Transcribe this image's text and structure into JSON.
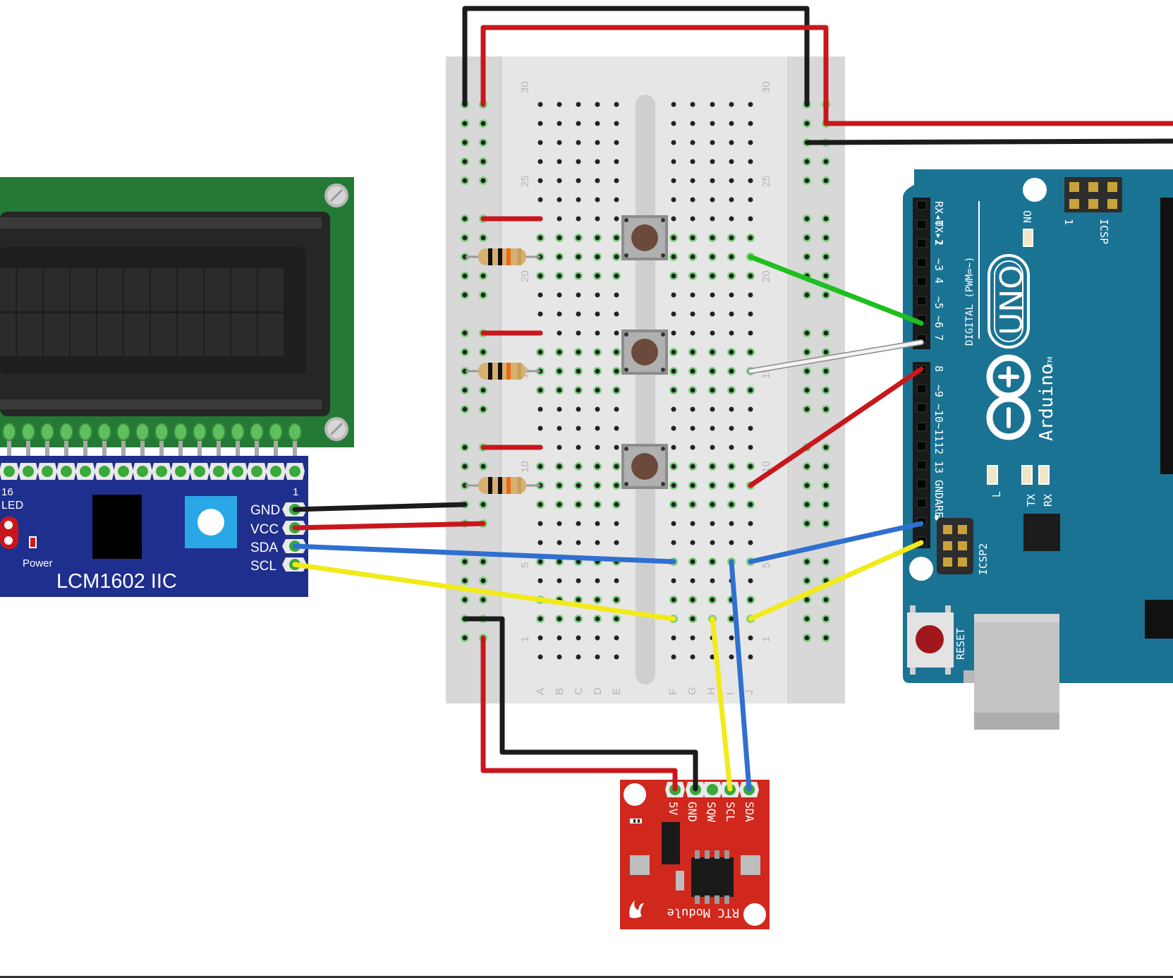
{
  "lcd": {
    "module_name": "LCM1602 IIC",
    "pins": [
      "GND",
      "VCC",
      "SDA",
      "SCL"
    ],
    "pin_first": "1",
    "pin_last": "16",
    "led_label": "LED",
    "power_label": "Power"
  },
  "breadboard": {
    "rows_left": [
      "A",
      "B",
      "C",
      "D",
      "E"
    ],
    "rows_right": [
      "F",
      "G",
      "H",
      "I",
      "J"
    ],
    "column_numbers": [
      "30",
      "25",
      "20",
      "15",
      "10",
      "5",
      "1"
    ]
  },
  "rtc": {
    "pins": [
      "5V",
      "GND",
      "SQW",
      "SCL",
      "SDA"
    ],
    "label": "RTC Module"
  },
  "arduino": {
    "board": "UNO",
    "brand": "Arduino",
    "trademark": "TM",
    "digital_label": "DIGITAL (PWM=~)",
    "digital_pins": [
      "RX◂0",
      "TX▸1",
      "2",
      "~3",
      "4",
      "~5",
      "~6",
      "7",
      "8",
      "~9",
      "~10",
      "~11",
      "12",
      "13",
      "GND",
      "AREF"
    ],
    "on_label": "ON",
    "icsp_label": "ICSP",
    "icsp_pin1": "1",
    "icsp2_label": "ICSP2",
    "led_labels": [
      "L",
      "TX",
      "RX"
    ],
    "reset_label": "RESET"
  },
  "colors": {
    "wire_black": "#1b1b1b",
    "wire_red": "#c8171c",
    "wire_green": "#1fbf1f",
    "wire_white": "#f4f4f4",
    "wire_blue": "#2f6fd0",
    "wire_yellow": "#f2ea1a",
    "lcd_pcb": "#247a35",
    "i2c_board": "#1f2f8e",
    "arduino_board": "#1b7394",
    "rtc_board": "#d0281d",
    "breadboard": "#d8d8d8"
  }
}
